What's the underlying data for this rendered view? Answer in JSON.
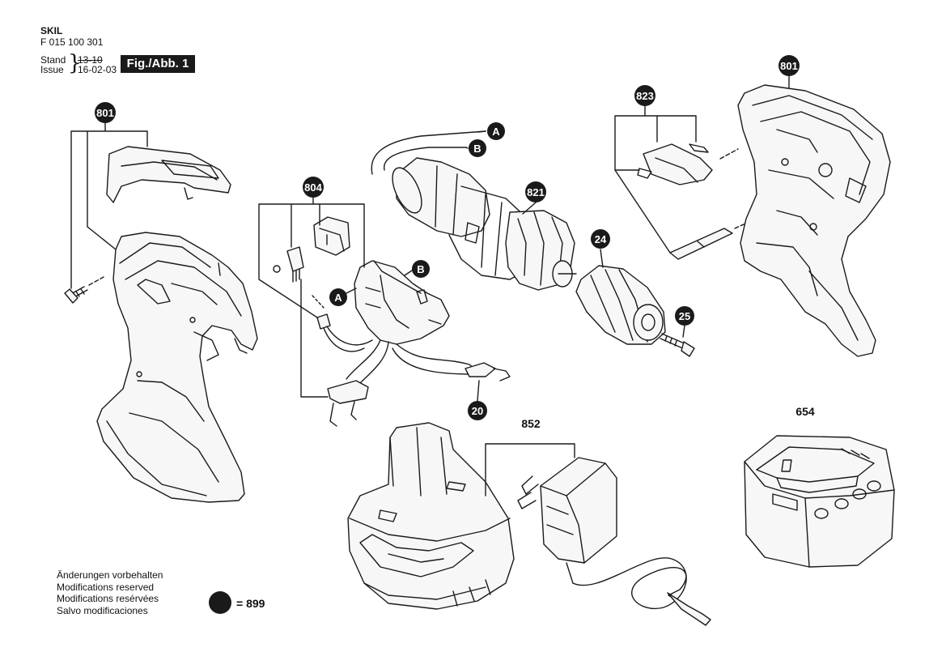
{
  "header": {
    "brand": "SKIL",
    "part_number": "F 015 100 301",
    "stand_label": "Stand",
    "issue_label": "Issue",
    "stand_value": "13-10",
    "issue_value": "16-02-03",
    "figure_label": "Fig./Abb. 1"
  },
  "callouts": [
    {
      "id": "801-left",
      "label": "801"
    },
    {
      "id": "804",
      "label": "804"
    },
    {
      "id": "821",
      "label": "821"
    },
    {
      "id": "823",
      "label": "823"
    },
    {
      "id": "801-right",
      "label": "801"
    },
    {
      "id": "24",
      "label": "24"
    },
    {
      "id": "25",
      "label": "25"
    },
    {
      "id": "20",
      "label": "20"
    },
    {
      "id": "A-motor",
      "label": "A"
    },
    {
      "id": "B-motor",
      "label": "B"
    },
    {
      "id": "A-switch",
      "label": "A"
    },
    {
      "id": "B-switch",
      "label": "B"
    }
  ],
  "part_labels": [
    {
      "id": "852",
      "label": "852"
    },
    {
      "id": "654",
      "label": "654"
    }
  ],
  "notes": [
    "Änderungen vorbehalten",
    "Modifications reserved",
    "Modifications resérvées",
    "Salvo modificaciones"
  ],
  "legend": {
    "text": "= 899"
  }
}
